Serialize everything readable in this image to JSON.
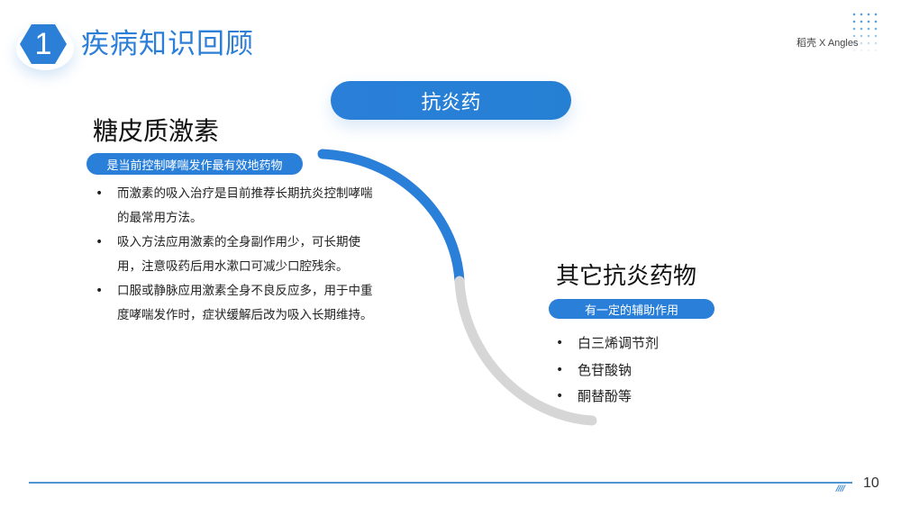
{
  "header": {
    "section_number": "1",
    "title": "疾病知识回顾",
    "brand": "稻壳  X Angles"
  },
  "center": {
    "label": "抗炎药"
  },
  "left": {
    "title": "糖皮质激素",
    "tag": "是当前控制哮喘发作最有效地药物",
    "items": [
      "而激素的吸入治疗是目前推荐长期抗炎控制哮喘的最常用方法。",
      "吸入方法应用激素的全身副作用少，可长期使用，注意吸药后用水漱口可减少口腔残余。",
      "口服或静脉应用激素全身不良反应多，用于中重度哮喘发作时，症状缓解后改为吸入长期维持。"
    ]
  },
  "right": {
    "title": "其它抗炎药物",
    "tag": "有一定的辅助作用",
    "items": [
      "白三烯调节剂",
      "色苷酸钠",
      "酮替酚等"
    ]
  },
  "footer": {
    "mark": "////",
    "page_number": "10"
  },
  "colors": {
    "accent": "#2b7fd6",
    "arc_gray": "#d9d9d9",
    "text": "#222222"
  }
}
